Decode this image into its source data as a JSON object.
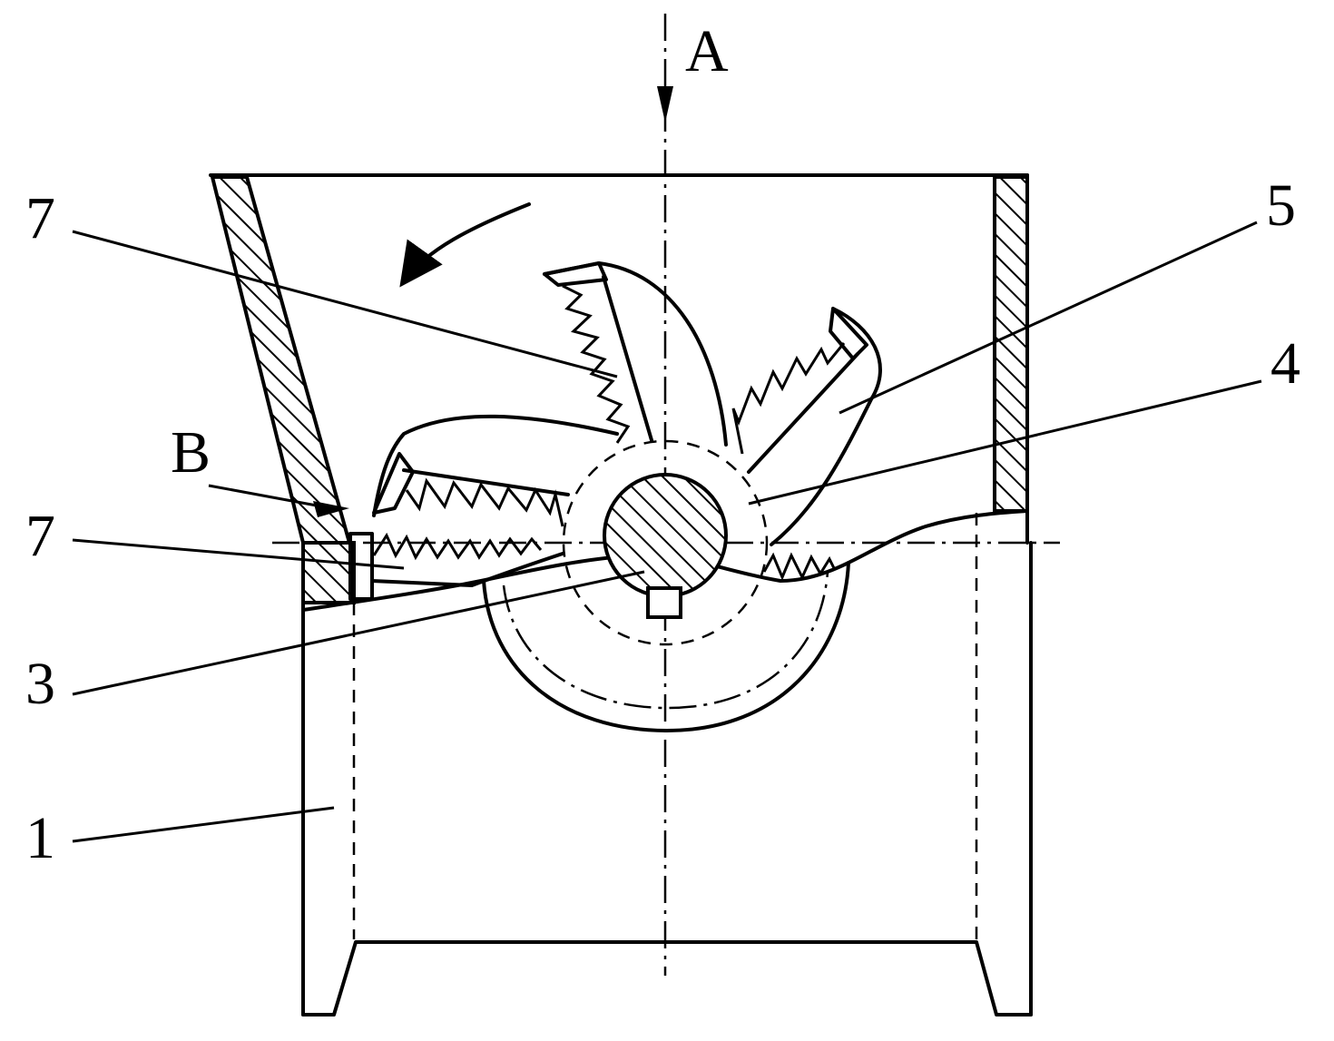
{
  "labels": {
    "view_a": "A",
    "view_b": "B",
    "part_7_top": "7",
    "part_7_bottom": "7",
    "part_5": "5",
    "part_4": "4",
    "part_3": "3",
    "part_1": "1"
  }
}
